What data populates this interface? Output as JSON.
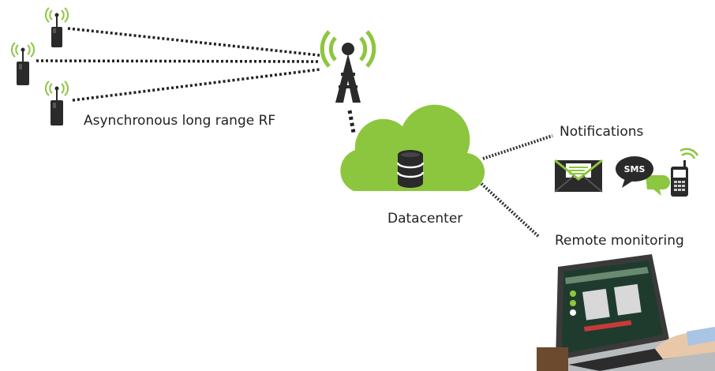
{
  "labels": {
    "rf": "Asynchronous long range RF",
    "datacenter": "Datacenter",
    "notifications": "Notifications",
    "remote_monitoring": "Remote monitoring",
    "sms": "SMS"
  },
  "colors": {
    "accent_green": "#8dc63f",
    "cloud_green": "#8cc63e",
    "dark": "#2a2a2a",
    "line": "#222222"
  },
  "icons": {
    "sensor": "wireless-sensor-icon",
    "tower": "radio-tower-icon",
    "database": "database-icon",
    "email": "envelope-icon",
    "sms": "sms-bubble-icon",
    "phone": "mobile-phone-icon",
    "laptop": "laptop-icon"
  }
}
